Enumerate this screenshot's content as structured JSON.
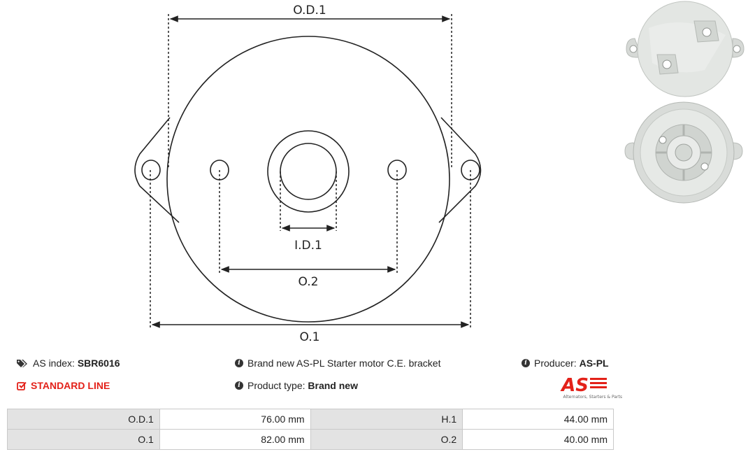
{
  "diagram": {
    "labels": {
      "od1": "O.D.1",
      "id1": "I.D.1",
      "o2": "O.2",
      "o1": "O.1"
    }
  },
  "photos": [
    "bracket-outside-view",
    "bracket-inside-view"
  ],
  "info": {
    "as_index_label": "AS index: ",
    "as_index_value": "SBR6016",
    "description": "Brand new AS-PL Starter motor C.E. bracket",
    "producer_label": "Producer: ",
    "producer_value": "AS-PL",
    "line": "STANDARD LINE",
    "product_type_label": "Product type: ",
    "product_type_value": "Brand new"
  },
  "logo": {
    "text": "AS",
    "tagline": "Alternators, Starters & Parts"
  },
  "specs": [
    {
      "k1": "O.D.1",
      "v1": "76.00 mm",
      "k2": "H.1",
      "v2": "44.00 mm"
    },
    {
      "k1": "O.1",
      "v1": "82.00 mm",
      "k2": "O.2",
      "v2": "40.00 mm"
    }
  ],
  "colors": {
    "accent": "#e32119",
    "table_key_bg": "#e3e3e3",
    "border": "#c9c9c9"
  }
}
